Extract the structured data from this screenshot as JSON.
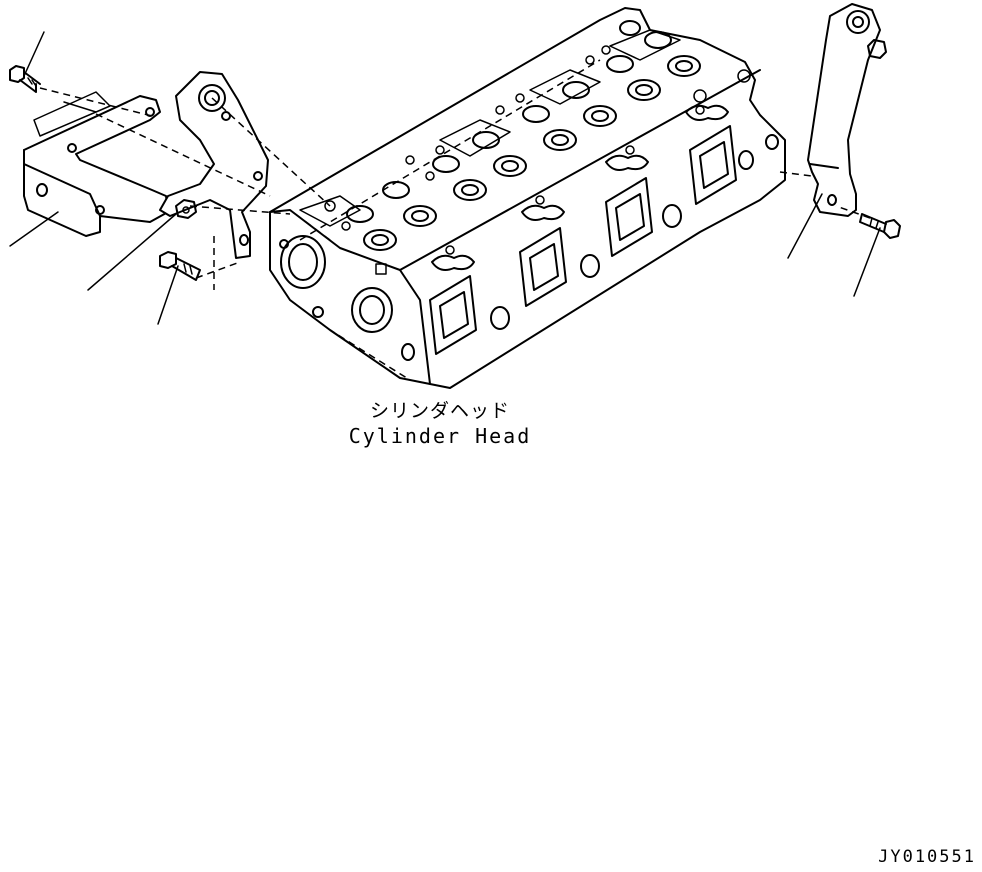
{
  "labels": {
    "part_name_jp": "シリンダヘッド",
    "part_name_en": "Cylinder Head",
    "figure_number": "JY010551"
  },
  "colors": {
    "line": "#000000",
    "background": "#ffffff"
  }
}
